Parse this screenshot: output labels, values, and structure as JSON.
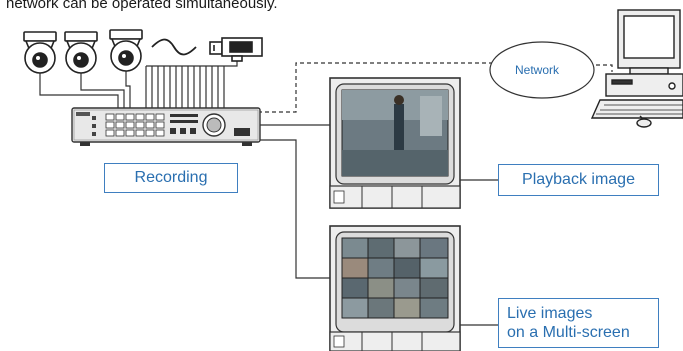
{
  "caption": "network can be operated simultaneously.",
  "labels": {
    "recording": "Recording",
    "network": "Network",
    "playback": "Playback image",
    "live_line1": "Live images",
    "live_line2": "on a Multi-screen"
  },
  "icons": [
    "dome-camera-icon",
    "box-camera-icon",
    "dvr-recorder-icon",
    "crt-monitor-icon",
    "desktop-computer-icon",
    "wave-icon"
  ],
  "colors": {
    "label_border": "#3f7fc0",
    "label_text": "#2a6fb0",
    "line": "#333333"
  }
}
